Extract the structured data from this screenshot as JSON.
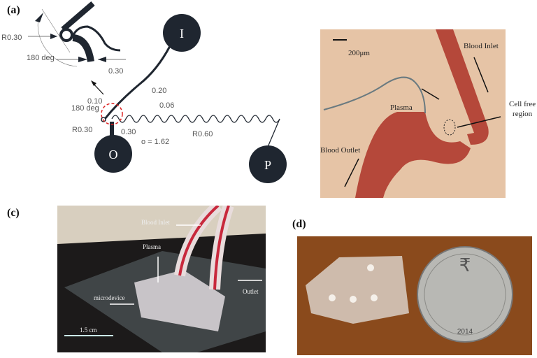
{
  "panels": {
    "a": "(a)",
    "c": "(c)",
    "d": "(d)"
  },
  "schematic": {
    "ports": {
      "inlet": "I",
      "outlet": "O",
      "plasma": "P"
    },
    "dims": {
      "r030": "R0.30",
      "deg180": "180 deg",
      "w030": "0.30",
      "w020": "0.20",
      "w010": "0.10",
      "deg180b": "180 deg",
      "w006": "0.06",
      "r030b": "R0.30",
      "w030b": "0.30",
      "r060": "R0.60",
      "o": "o = 1.62"
    }
  },
  "micrograph": {
    "scale": "200μm",
    "blood_inlet": "Blood Inlet",
    "plasma": "Plasma",
    "cell_free_1": "Cell free",
    "cell_free_2": "region",
    "blood_outlet": "Blood Outlet"
  },
  "setup_photo": {
    "blood_inlet": "Blood Inlet",
    "plasma": "Plasma",
    "outlet": "Outlet",
    "microdevice": "microdevice",
    "scale": "1.5 cm"
  },
  "coin_photo": {
    "year": "2014",
    "symbol": "₹"
  },
  "colors": {
    "channel": "#1f2630",
    "blood": "#b5483a",
    "background": "#e9c9ad",
    "dashed_circle": "#d22"
  }
}
